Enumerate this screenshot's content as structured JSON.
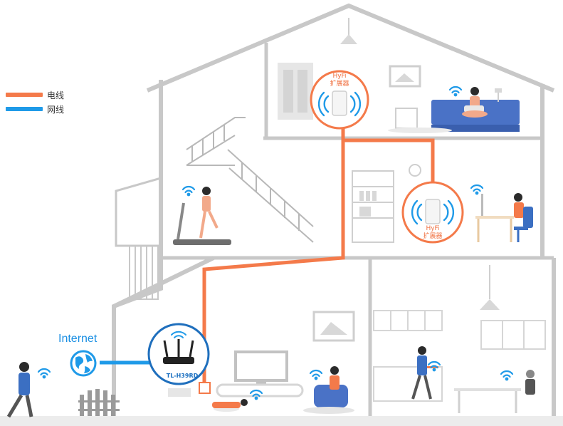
{
  "legend": {
    "power_line": {
      "label": "电线",
      "color": "#f47a4a"
    },
    "network_line": {
      "label": "网线",
      "color": "#1f9ae8"
    }
  },
  "internet": {
    "label": "Internet",
    "icon": "globe-icon"
  },
  "router": {
    "label": "TL-H39RD",
    "icon": "router-icon"
  },
  "extender_top": {
    "line1": "HyFi",
    "line2": "扩展器",
    "icon": "wifi-extender-icon"
  },
  "extender_middle": {
    "line1": "HyFi",
    "line2": "扩展器",
    "icon": "wifi-extender-icon"
  },
  "colors": {
    "house_outline": "#c8c8c8",
    "power_line": "#f47a4a",
    "network_line": "#1f9ae8",
    "person_blue": "#3b6fc2",
    "skin": "#f2a98a"
  }
}
